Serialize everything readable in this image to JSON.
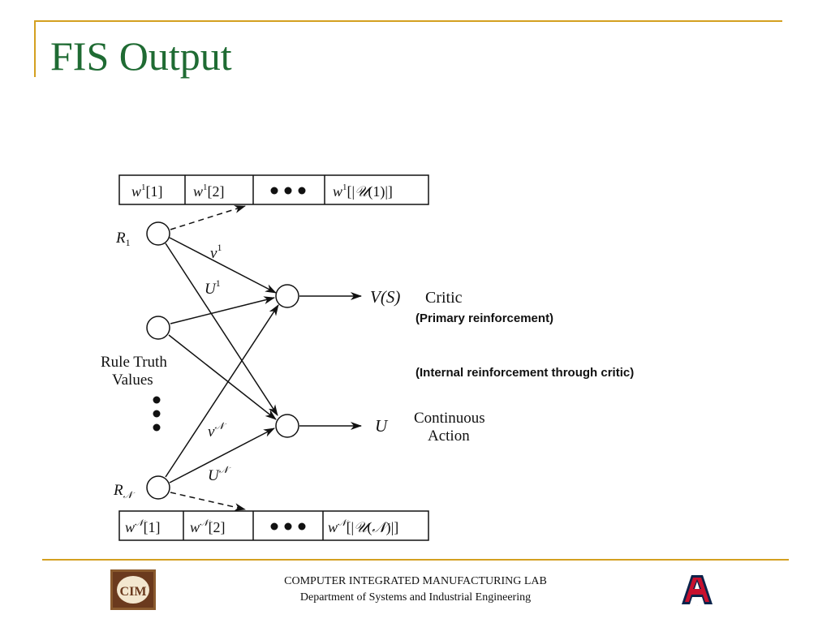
{
  "slide": {
    "title": "FIS Output"
  },
  "diagram": {
    "weights_top": [
      "w",
      "w",
      "w"
    ],
    "rule_labels": {
      "first": "R",
      "last": "R"
    },
    "rule_group_label": [
      "Rule Truth",
      "Values"
    ],
    "edge_labels": {
      "v1": "v",
      "U1": "U",
      "vN": "v",
      "UN": "U"
    },
    "outputs": {
      "critic_symbol": "V(S)",
      "critic_label": "Critic",
      "action_symbol": "U",
      "action_label": [
        "Continuous",
        "Action"
      ]
    }
  },
  "annotations": {
    "primary": "(Primary reinforcement)",
    "internal": "(Internal reinforcement through critic)"
  },
  "footer": {
    "line1": "COMPUTER INTEGRATED MANUFACTURING LAB",
    "line2": "Department of Systems and Industrial Engineering",
    "left_logo_text": "CIM",
    "right_logo_text": "A"
  },
  "colors": {
    "title": "#1f6b33",
    "frame": "#d4a020",
    "logo_brown": "#6b3a1e",
    "logo_red": "#c8102e",
    "logo_navy": "#0c234b"
  }
}
